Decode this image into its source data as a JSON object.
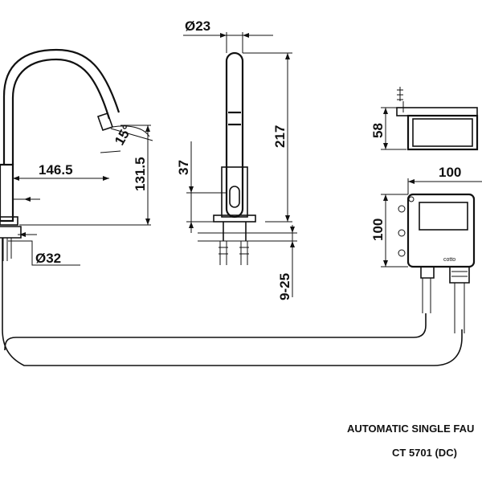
{
  "dimensions": {
    "d23": "Ø23",
    "h217": "217",
    "h37": "37",
    "w146": "146.5",
    "h131": "131.5",
    "angle15": "15°",
    "d32": "Ø32",
    "range925": "9-25",
    "box_h58": "58",
    "box_w100": "100",
    "box_h100": "100"
  },
  "box_logo": "cotto",
  "caption": {
    "line1": "AUTOMATIC SINGLE FAU",
    "line2": "CT 5701 (DC)"
  }
}
